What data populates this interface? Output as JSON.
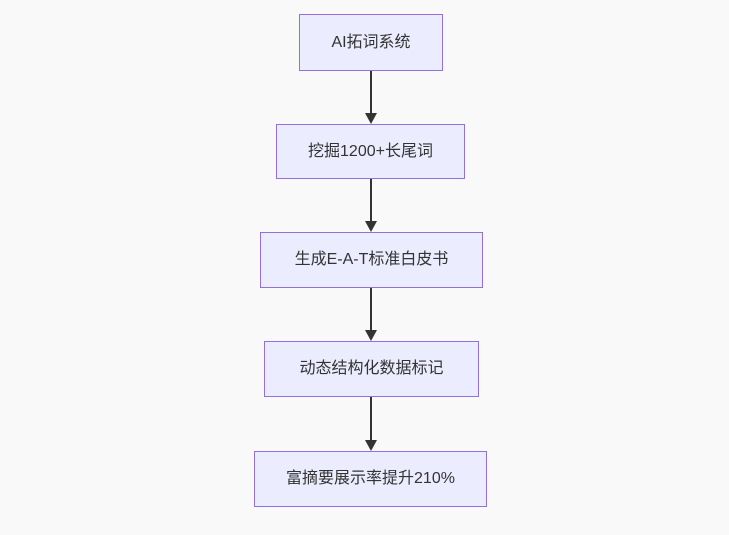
{
  "flowchart": {
    "type": "vertical-flow-diagram",
    "nodes": [
      {
        "label": "AI拓词系统"
      },
      {
        "label": "挖掘1200+长尾词"
      },
      {
        "label": "生成E-A-T标准白皮书"
      },
      {
        "label": "动态结构化数据标记"
      },
      {
        "label": "富摘要展示率提升210%"
      }
    ],
    "edges": [
      {
        "from": 0,
        "to": 1,
        "style": "arrow-down"
      },
      {
        "from": 1,
        "to": 2,
        "style": "arrow-down"
      },
      {
        "from": 2,
        "to": 3,
        "style": "arrow-down"
      },
      {
        "from": 3,
        "to": 4,
        "style": "arrow-down"
      }
    ],
    "colors": {
      "background": "#f9f9f9",
      "node_fill": "#ECECFF",
      "node_border": "#9370DB",
      "edge_line": "#333333",
      "text": "#333333"
    }
  }
}
